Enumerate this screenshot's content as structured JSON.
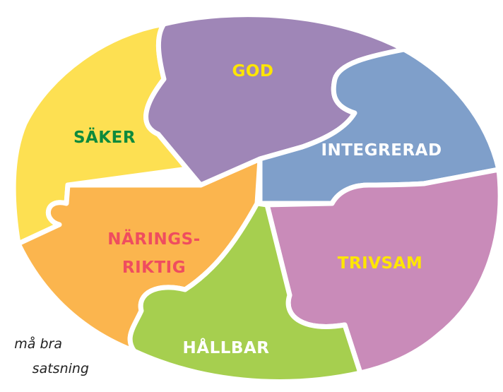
{
  "diagram": {
    "pieces": [
      {
        "id": "god",
        "label": "GOD",
        "fill": "#9f86b7",
        "text_color": "#ffe600"
      },
      {
        "id": "saker",
        "label": "SÄKER",
        "fill": "#fde052",
        "text_color": "#0e8a3c"
      },
      {
        "id": "integrerad",
        "label": "INTEGRERAD",
        "fill": "#7f9fca",
        "text_color": "#ffffff"
      },
      {
        "id": "naringsriktig",
        "label_line1": "NÄRINGS-",
        "label_line2": "RIKTIG",
        "fill": "#fbb54e",
        "text_color": "#ef4d5f"
      },
      {
        "id": "hallbar",
        "label": "HÅLLBAR",
        "fill": "#a6cf4f",
        "text_color": "#ffffff"
      },
      {
        "id": "trivsam",
        "label": "TRIVSAM",
        "fill": "#c98bb9",
        "text_color": "#ffe600"
      }
    ]
  },
  "caption": {
    "line1": "må bra",
    "line2": "satsning"
  }
}
